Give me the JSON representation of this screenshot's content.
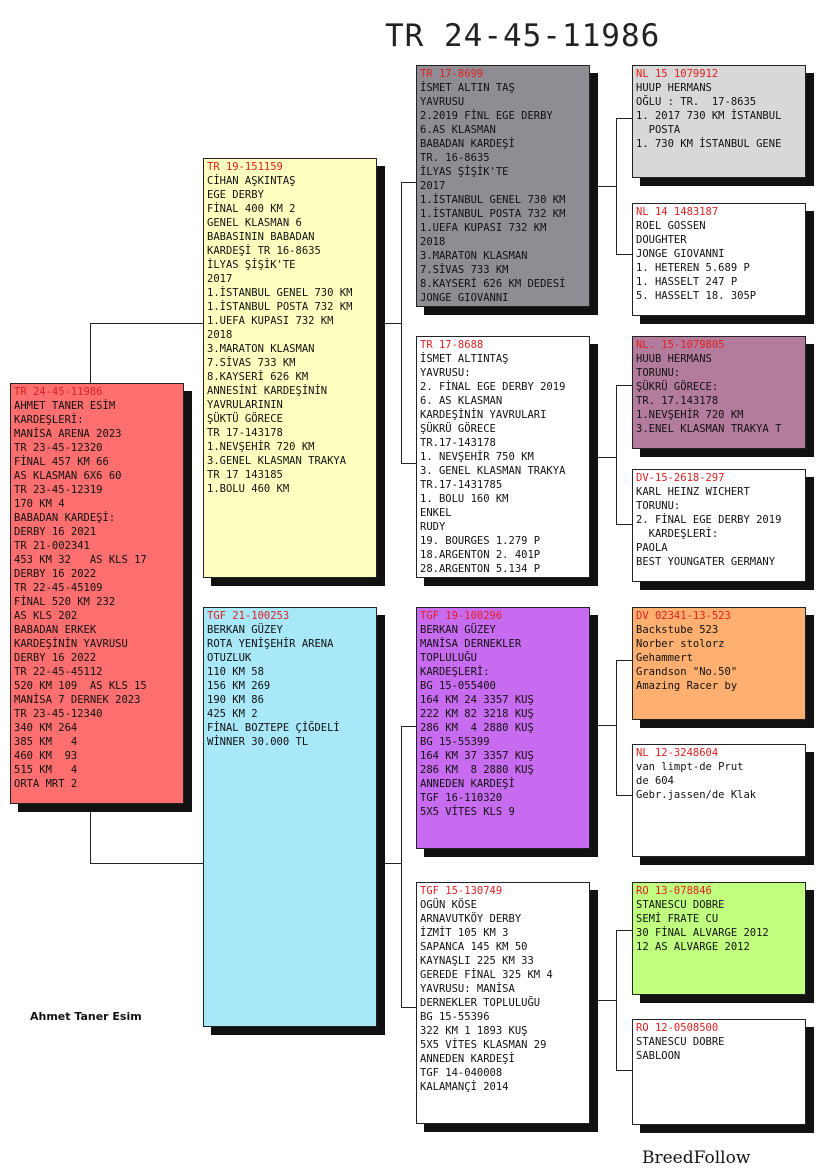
{
  "title": "TR 24-45-11986",
  "owner": "Ahmet Taner Esim",
  "brand": "BreedFollow",
  "boxes": {
    "subject": {
      "bg": "#ff6f6f",
      "code": "TR 24-45-11986",
      "lines": [
        "AHMET TANER ESİM",
        "KARDEŞLERİ:",
        "MANİSA ARENA 2023",
        "TR 23-45-12320",
        "FİNAL 457 KM 66",
        "AS KLASMAN 6X6 60",
        "TR 23-45-12319",
        "170 KM 4",
        "BABADAN KARDEŞİ:",
        "DERBY 16 2021",
        "TR 21-002341",
        "453 KM 32   AS KLS 17",
        "DERBY 16 2022",
        "TR 22-45-45109",
        "FİNAL 520 KM 232",
        "AS KLS 202",
        "BABADAN ERKEK",
        "KARDEŞİNİN YAVRUSU",
        "DERBY 16 2022",
        "TR 22-45-45112",
        "520 KM 109  AS KLS 15",
        "MANİSA 7 DERNEK 2023",
        "TR 23-45-12340",
        "340 KM 264",
        "385 KM   4",
        "460 KM  93",
        "515 KM   4",
        "ORTA MRT 2"
      ]
    },
    "sire": {
      "bg": "#ffffc0",
      "code": "TR 19-151159",
      "lines": [
        "CİHAN AŞKINTAŞ",
        "EGE DERBY",
        "FİNAL 400 KM 2",
        "GENEL KLASMAN 6",
        "BABASININ BABADAN",
        "KARDEŞİ TR 16-8635",
        "İLYAS ŞİŞİK'TE",
        "2017",
        "1.İSTANBUL GENEL 730 KM",
        "1.İSTANBUL POSTA 732 KM",
        "1.UEFA KUPASI 732 KM",
        "2018",
        "3.MARATON KLASMAN",
        "7.SİVAS 733 KM",
        "8.KAYSERİ 626 KM",
        "ANNESİNİ KARDEŞİNİN",
        "YAVRULARININ",
        "ŞÜKTÜ GÖRECE",
        "TR 17-143178",
        "1.NEVŞEHİR 720 KM",
        "3.GENEL KLASMAN TRAKYA",
        "TR 17 143185",
        "1.BOLU 460 KM"
      ]
    },
    "dam": {
      "bg": "#a8e8f8",
      "code": "TGF 21-100253",
      "lines": [
        "BERKAN GÜZEY",
        "ROTA YENİŞEHİR ARENA",
        "OTUZLUK",
        "110 KM 58",
        "156 KM 269",
        "190 KM 86",
        "425 KM 2",
        "FİNAL BOZTEPE ÇİĞDELİ",
        "WİNNER 30.000 TL"
      ]
    },
    "ss": {
      "bg": "#908c94",
      "code": "TR 17-8699",
      "lines": [
        "İSMET ALTIN TAŞ",
        "YAVRUSU",
        "2.2019 FİNL EGE DERBY",
        "6.AS KLASMAN",
        "BABADAN KARDEŞİ",
        "TR. 16-8635",
        "İLYAS ŞİŞİK'TE",
        "2017",
        "1.İSTANBUL GENEL 730 KM",
        "1.İSTANBUL POSTA 732 KM",
        "1.UEFA KUPASI 732 KM",
        "2018",
        "3.MARATON KLASMAN",
        "7.SİVAS 733 KM",
        "8.KAYSERİ 626 KM DEDESİ",
        "JONGE GIOVANNI"
      ]
    },
    "sd": {
      "bg": "#ffffff",
      "code": "TR 17-8688",
      "lines": [
        "İSMET ALTINTAŞ",
        "YAVRUSU:",
        "2. FİNAL EGE DERBY 2019",
        "6. AS KLASMAN",
        "KARDEŞİNİN YAVRULARI",
        "ŞÜKRÜ GÖRECE",
        "TR.17-143178",
        "1. NEVŞEHİR 750 KM",
        "3. GENEL KLASMAN TRAKYA",
        "TR.17-1431785",
        "1. BOLU 160 KM",
        "ENKEL",
        "RUDY",
        "19. BOURGES 1.279 P",
        "18.ARGENTON 2. 401P",
        "28.ARGENTON 5.134 P"
      ]
    },
    "ds": {
      "bg": "#c76cf0",
      "code": "TGF 19-100296",
      "lines": [
        "BERKAN GÜZEY",
        "MANİSA DERNEKLER",
        "TOPLULUĞU",
        "KARDEŞLERİ:",
        "BG 15-055400",
        "164 KM 24 3357 KUŞ",
        "222 KM 82 3218 KUŞ",
        "286 KM  4 2880 KUŞ",
        "BG 15-55399",
        "164 KM 37 3357 KUŞ",
        "286 KM  8 2880 KUŞ",
        "ANNEDEN KARDEŞİ",
        "TGF 16-110320",
        "5X5 VİTES KLS 9"
      ]
    },
    "dd": {
      "bg": "#ffffff",
      "code": "TGF 15-130749",
      "lines": [
        "OGÜN KÖSE",
        "ARNAVUTKÖY DERBY",
        "İZMİT 105 KM 3",
        "SAPANCA 145 KM 50",
        "KAYNAŞLI 225 KM 33",
        "GEREDE FİNAL 325 KM 4",
        "YAVRUSU: MANİSA",
        "DERNEKLER TOPLULUĞU",
        "BG 15-55396",
        "322 KM 1 1893 KUŞ",
        "5X5 VİTES KLASMAN 29",
        "ANNEDEN KARDEŞİ",
        "TGF 14-040008",
        "KALAMANÇİ 2014"
      ]
    },
    "sss": {
      "bg": "#d8d8d8",
      "code": "NL 15 1079912",
      "lines": [
        "HUUP HERMANS",
        "",
        "OĞLU : TR.  17-8635",
        "1. 2017 730 KM İSTANBUL",
        "  POSTA",
        "1. 730 KM İSTANBUL GENE"
      ]
    },
    "ssd": {
      "bg": "#ffffff",
      "code": "NL 14 1483187",
      "lines": [
        "ROEL GOSSEN",
        "DOUGHTER",
        "JONGE GIOVANNI",
        "1. HETEREN 5.689 P",
        "1. HASSELT 247 P",
        "5. HASSELT 18. 305P"
      ]
    },
    "sds": {
      "bg": "#b47c9c",
      "code": "NL. 15-1079805",
      "lines": [
        "HUUB HERMANS",
        "TORUNU:",
        "ŞÜKRÜ GÖRECE:",
        "TR. 17.143178",
        "1.NEVŞEHİR 720 KM",
        "3.ENEL KLASMAN TRAKYA T"
      ]
    },
    "sdd": {
      "bg": "#ffffff",
      "code": "DV-15-2618-297",
      "lines": [
        "KARL HEINZ WICHERT",
        "TORUNU:",
        "2. FİNAL EGE DERBY 2019",
        "  KARDEŞLERİ:",
        "PAOLA",
        "BEST YOUNGATER GERMANY"
      ]
    },
    "dss": {
      "bg": "#ffb070",
      "code": "DV 02341-13-523",
      "lines": [
        "Backstube 523",
        "Norber stolorz",
        "Gehammert",
        "Grandson \"No.50\"",
        "Amazing Racer by"
      ]
    },
    "dsd": {
      "bg": "#ffffff",
      "code": "NL 12-3248604",
      "lines": [
        "van limpt-de Prut",
        "de 604",
        "Gebr.jassen/de Klak"
      ]
    },
    "dds": {
      "bg": "#c0ff80",
      "code": "RO 13-078846",
      "lines": [
        "STANESCU DOBRE",
        "SEMİ FRATE CU",
        "30 FİNAL ALVARGE 2012",
        "12 AS ALVARGE 2012"
      ]
    },
    "ddd": {
      "bg": "#ffffff",
      "code": "RO 12-0508500",
      "lines": [
        "STANESCU DOBRE",
        "SABLOON"
      ]
    }
  }
}
